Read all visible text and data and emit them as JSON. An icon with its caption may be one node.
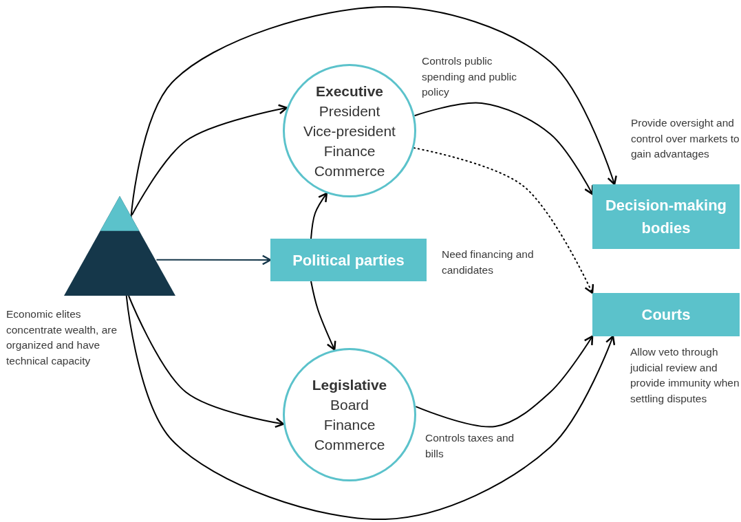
{
  "diagram": {
    "nodes": [
      {
        "text": [],
        "shape": "triangle",
        "beside": [
          "Economic elites concentrate wealth, are organized and have technical capacity"
        ]
      },
      {
        "text": [
          "Executive",
          "President",
          "Vice-president",
          "Finance",
          "Commerce"
        ]
      },
      {
        "text": [
          "Political parties"
        ],
        "beside": [
          "Need financing and candidates"
        ]
      },
      {
        "text": [
          "Legislative",
          "Board",
          "Finance",
          "Commerce"
        ]
      },
      {
        "text": [
          "Decision-making bodies"
        ],
        "beside": [
          "Provide oversight and control over markets to gain advantages"
        ]
      },
      {
        "text": [
          "Courts"
        ],
        "beside": [
          "Allow veto through judicial review and provide immunity when settling disputes"
        ]
      }
    ],
    "edges": [
      {
        "from": 0,
        "to": 1,
        "arrow": "to"
      },
      {
        "from": 0,
        "to": 4,
        "arrow": "to"
      },
      {
        "from": 0,
        "to": 2,
        "arrow": "to",
        "color": "#15374a"
      },
      {
        "from": 0,
        "to": 3,
        "arrow": "to"
      },
      {
        "from": 0,
        "to": 5,
        "arrow": "to"
      },
      {
        "from": 2,
        "to": 1,
        "arrow": "to"
      },
      {
        "from": 2,
        "to": 3,
        "arrow": "to"
      },
      {
        "from": 1,
        "to": 4,
        "arrow": "to",
        "label": "Controls public spending and public policy"
      },
      {
        "from": 1,
        "to": 5,
        "arrow": "to",
        "style": "dashed"
      },
      {
        "from": 3,
        "to": 5,
        "arrow": "to",
        "label": "Controls taxes and bills"
      }
    ]
  }
}
